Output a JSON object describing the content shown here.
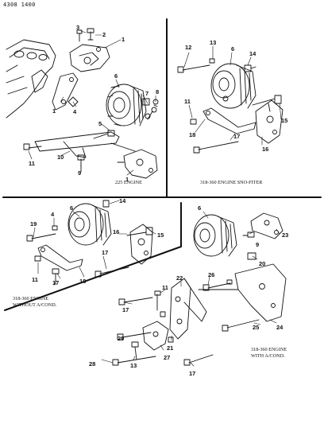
{
  "page_code": "4308 1400",
  "captions": {
    "engine_225": "225 ENGINE",
    "engine_sno_fiter": "318-360 ENGINE SNO-FITER",
    "engine_no_ac_line1": "318-360 ENGINE",
    "engine_no_ac_line2": "WITHOUT A/COND.",
    "engine_ac_line1": "318-360 ENGINE",
    "engine_ac_line2": "WITH A/COND."
  },
  "callouts": {
    "q1": [
      "3",
      "2",
      "1",
      "6",
      "4",
      "1",
      "7",
      "8",
      "5",
      "11",
      "10",
      "9",
      "1"
    ],
    "q2": [
      "12",
      "13",
      "6",
      "14",
      "11",
      "15",
      "18",
      "17",
      "16"
    ],
    "q3": [
      "6",
      "14",
      "4",
      "19",
      "16",
      "15",
      "17",
      "11",
      "17",
      "18"
    ],
    "q4": [
      "6",
      "23",
      "9",
      "20",
      "22",
      "26",
      "11",
      "17",
      "29",
      "25",
      "24",
      "21",
      "28",
      "13",
      "27",
      "17"
    ]
  }
}
